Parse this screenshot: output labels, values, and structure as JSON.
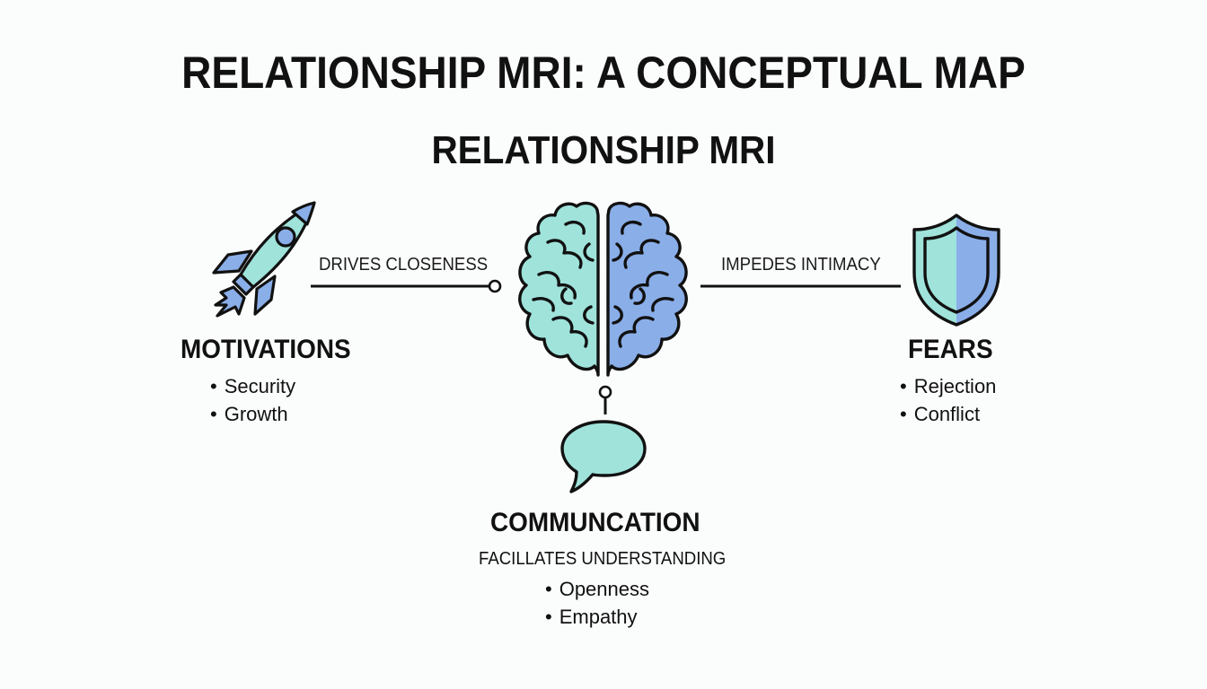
{
  "title": "RELATIONSHIP MRI: A CONCEPTUAL MAP",
  "center": {
    "label": "RELATIONSHIP MRI",
    "icon": "brain-icon"
  },
  "colors": {
    "mint": "#9fe3db",
    "periwinkle": "#8aaee8",
    "outline": "#111111",
    "background": "#fbfcfc"
  },
  "nodes": {
    "motivations": {
      "icon": "rocket-icon",
      "title": "MOTIVATIONS",
      "edge_label": "DRIVES CLOSENESS",
      "items": [
        "Security",
        "Growth"
      ]
    },
    "fears": {
      "icon": "shield-icon",
      "title": "FEARS",
      "edge_label": "IMPEDES INTIMACY",
      "items": [
        "Rejection",
        "Conflict"
      ]
    },
    "communication": {
      "icon": "speech-bubble-icon",
      "title": "COMMUNCATION",
      "edge_label": "FACILLATES UNDERSTANDING",
      "items": [
        "Openness",
        "Empathy"
      ]
    }
  }
}
